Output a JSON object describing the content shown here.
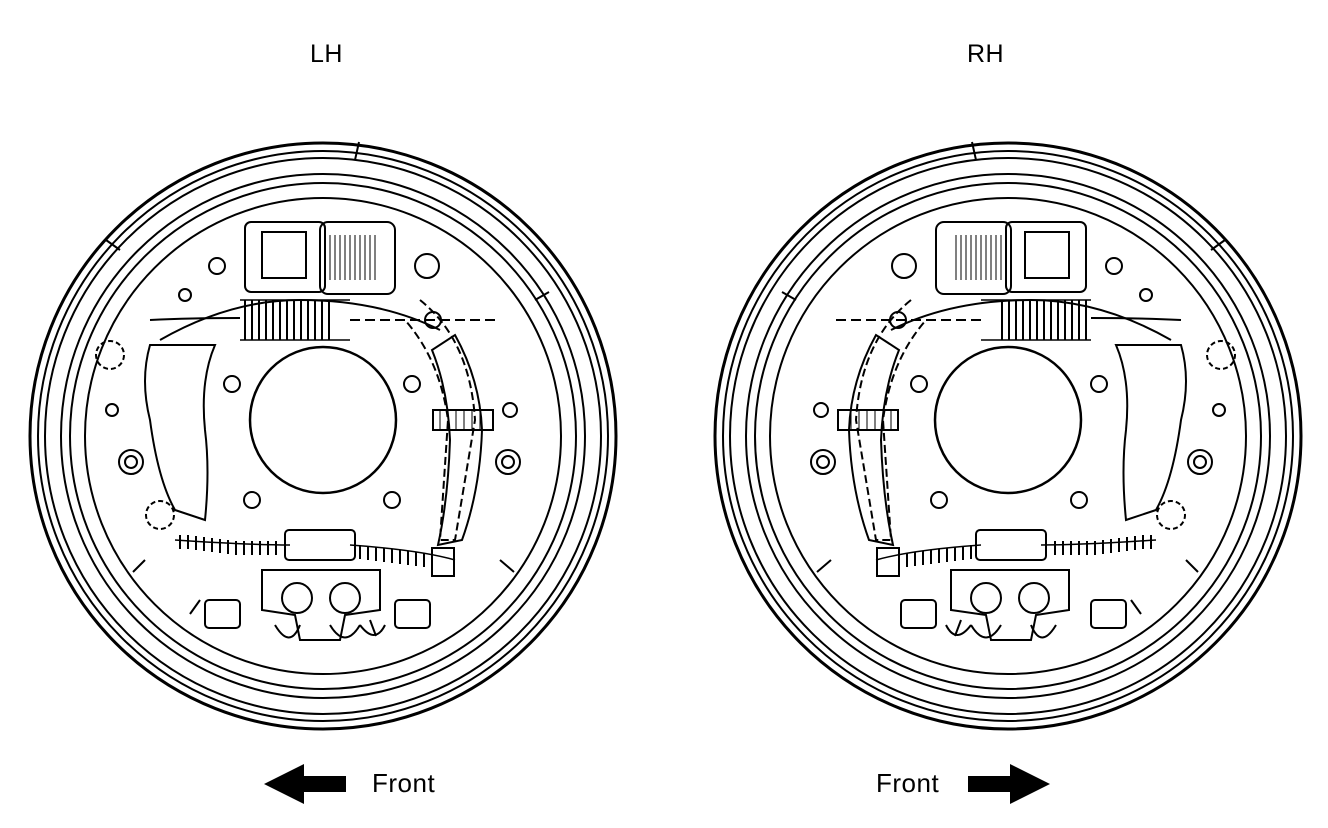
{
  "left": {
    "side_label": "LH",
    "front_label": "Front",
    "arrow": "left-arrow-icon"
  },
  "right": {
    "side_label": "RH",
    "front_label": "Front",
    "arrow": "right-arrow-icon"
  },
  "colors": {
    "ink": "#000000",
    "paper": "#ffffff"
  }
}
